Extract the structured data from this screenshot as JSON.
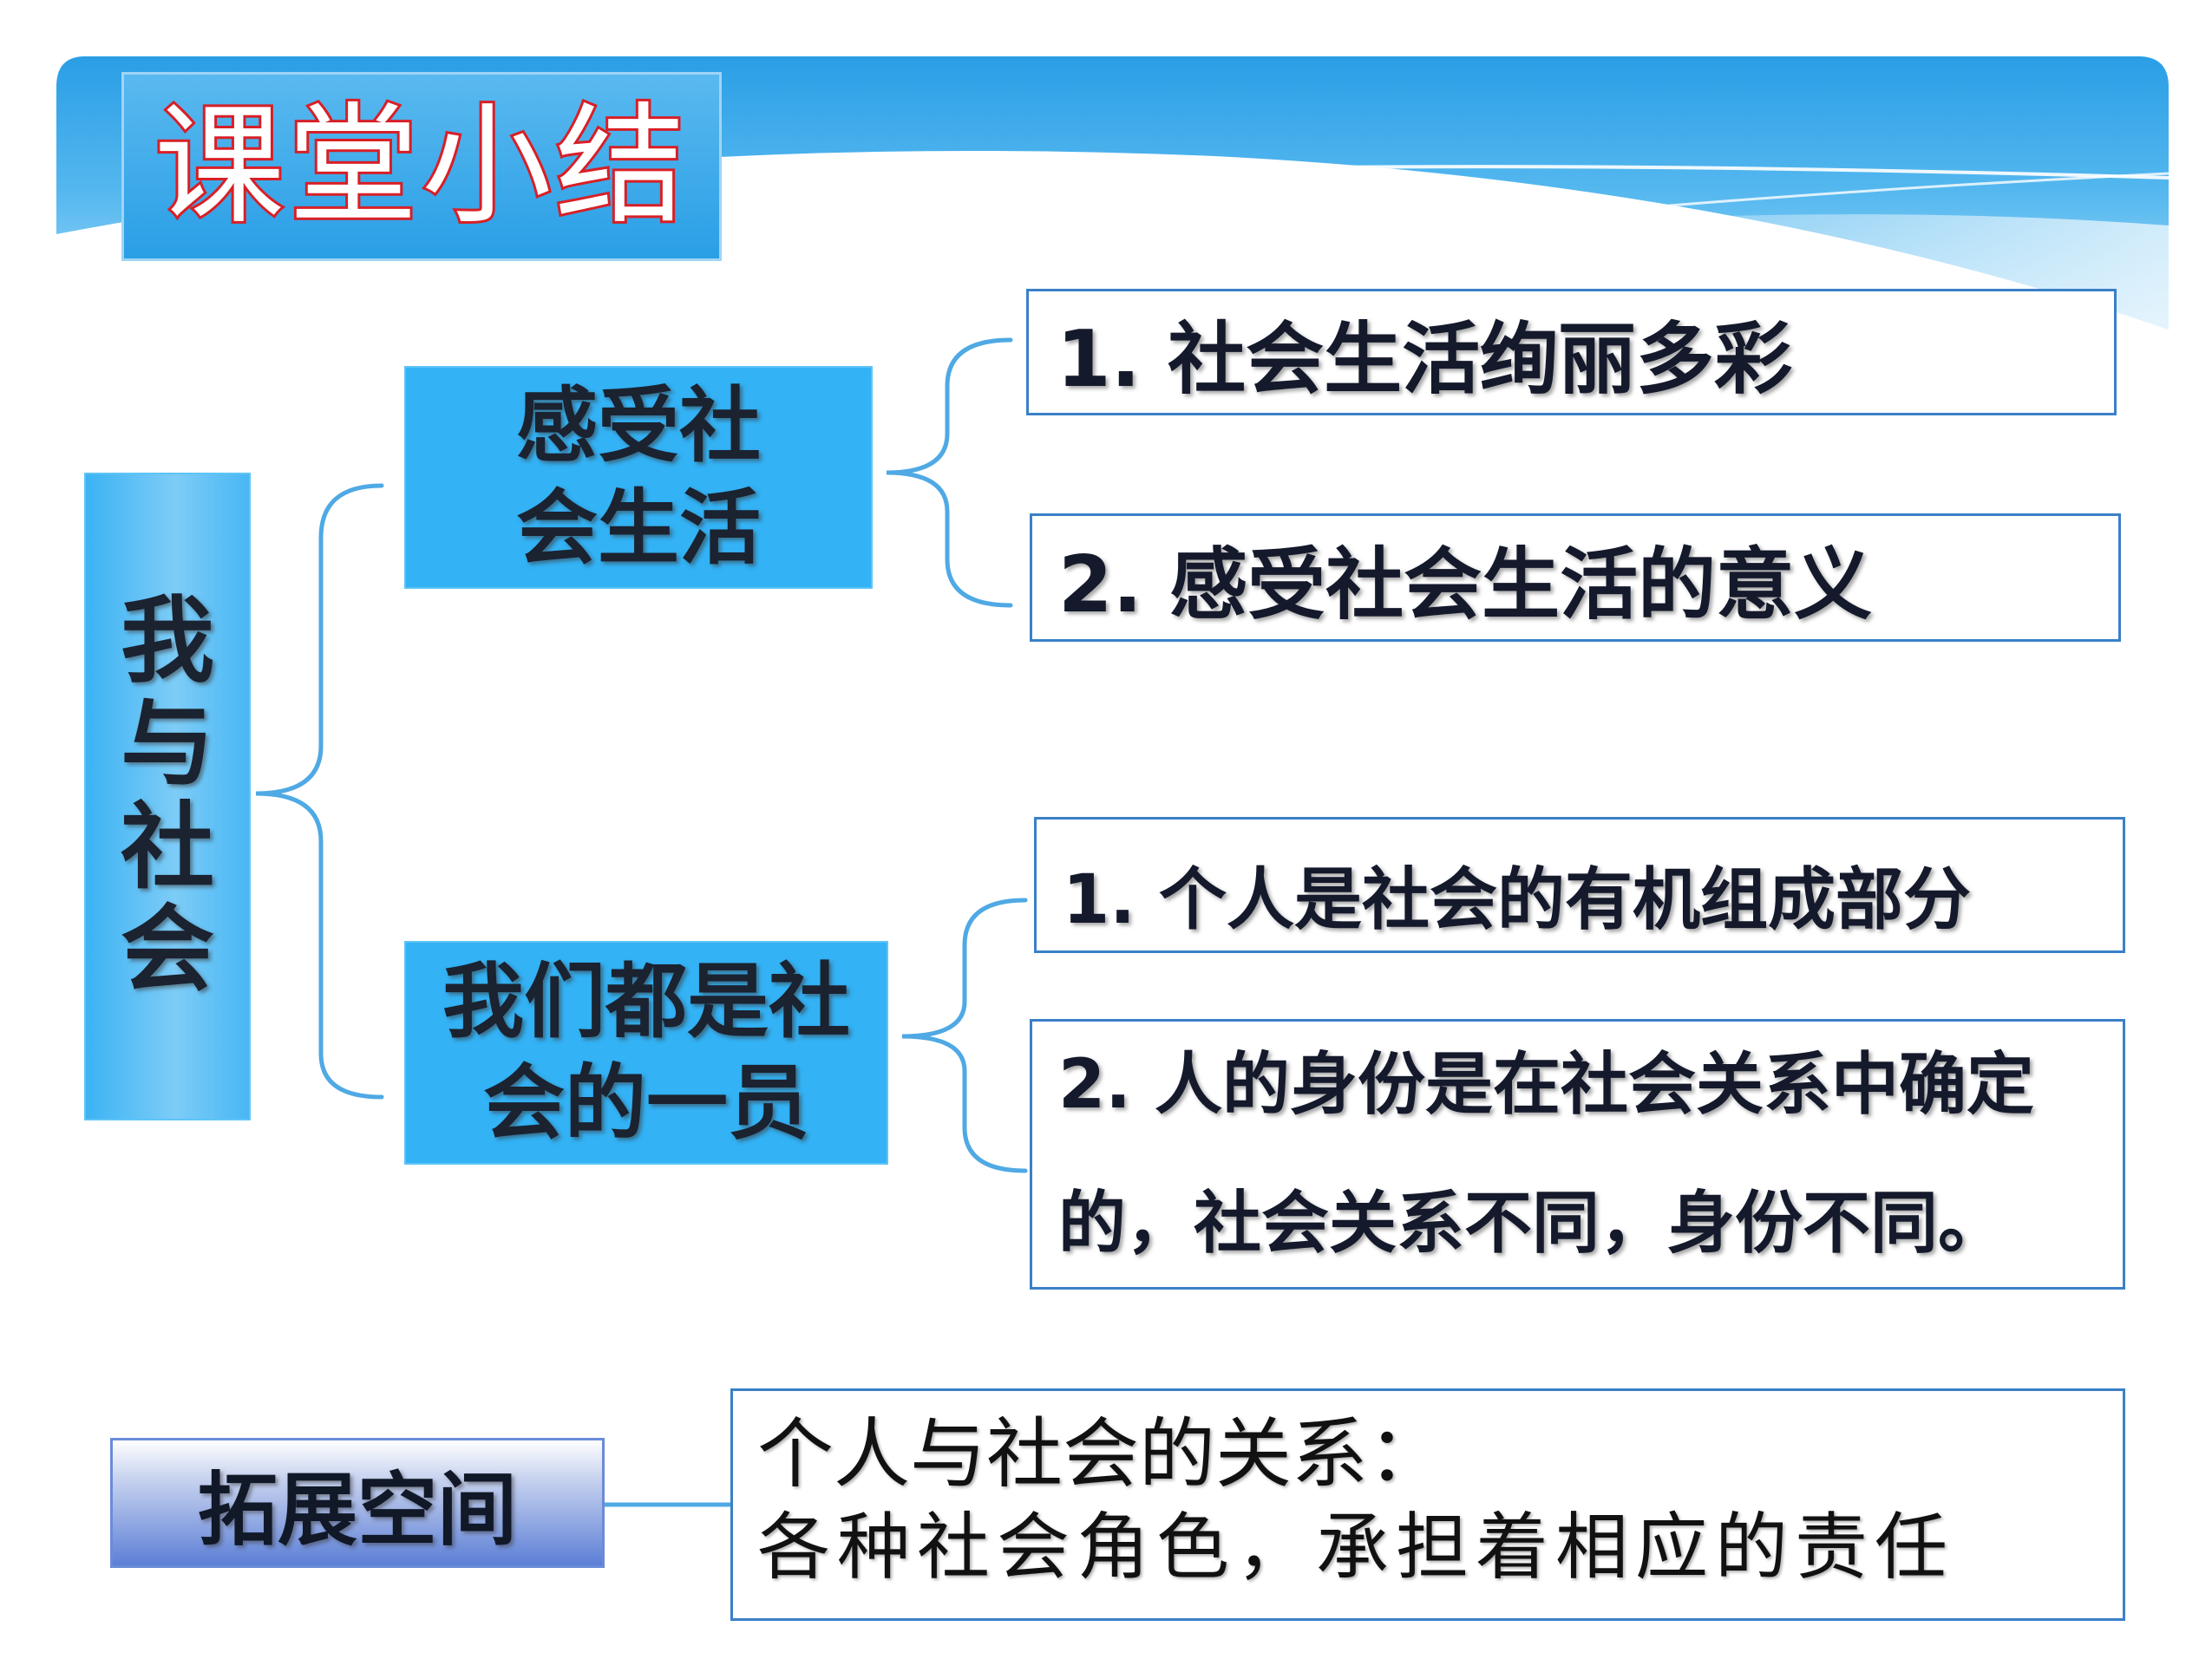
{
  "header": {
    "title": "课堂小结"
  },
  "root": {
    "label": "我与社会"
  },
  "branches": [
    {
      "label": "感受社会生活",
      "items": [
        "1. 社会生活绚丽多彩",
        "2. 感受社会生活的意义"
      ]
    },
    {
      "label": "我们都是社会的一员",
      "items": [
        "1. 个人是社会的有机组成部分",
        "2. 人的身份是在社会关系中确定的，社会关系不同，身份不同。"
      ]
    }
  ],
  "extension": {
    "label": "拓展空间",
    "heading": "个人与社会的关系：",
    "body": "各种社会角色，承担着相应的责任"
  },
  "colors": {
    "banner": "#2a9fe6",
    "box_fill": "#33b2f5",
    "border": "#3a80c8",
    "title_outline": "#d81f26"
  }
}
